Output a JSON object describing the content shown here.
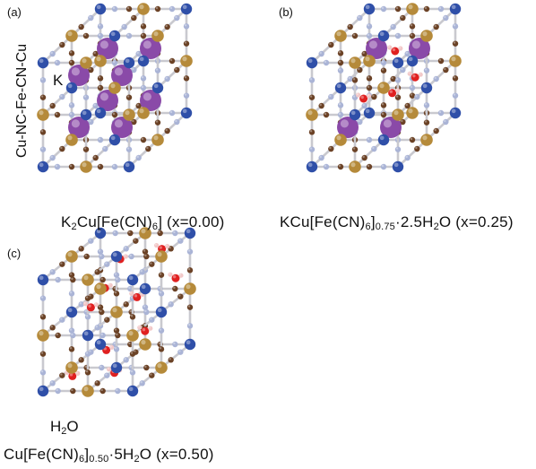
{
  "panels": {
    "a": {
      "label": "(a)",
      "axis_text": "Cu-NC-Fe-CN-Cu",
      "ion_label": "K",
      "caption": {
        "pre": "K",
        "s1": "2",
        "mid": "Cu[Fe(CN)",
        "s2": "6",
        "post": "] (x=0.00)"
      }
    },
    "b": {
      "label": "(b)",
      "caption": {
        "pre": "KCu[Fe(CN)",
        "s1": "6",
        "mid": "]",
        "s2": "0.75",
        "mid2": "·2.5H",
        "s3": "2",
        "post": "O (x=0.25)"
      }
    },
    "c": {
      "label": "(c)",
      "water_label": {
        "pre": "H",
        "sub": "2",
        "post": "O"
      },
      "caption": {
        "pre": "Cu[Fe(CN)",
        "s1": "6",
        "mid": "]",
        "s2": "0.50",
        "mid2": "·5H",
        "s3": "2",
        "post": "O (x=0.50)"
      }
    }
  },
  "colors": {
    "cu": "#2f4fa8",
    "fe": "#b58a3a",
    "carbon": "#6b4226",
    "nitrogen": "#aab4d6",
    "potassium": "#8a4aa8",
    "oxygen": "#e02020",
    "hydrogen": "#f2c8c8"
  }
}
